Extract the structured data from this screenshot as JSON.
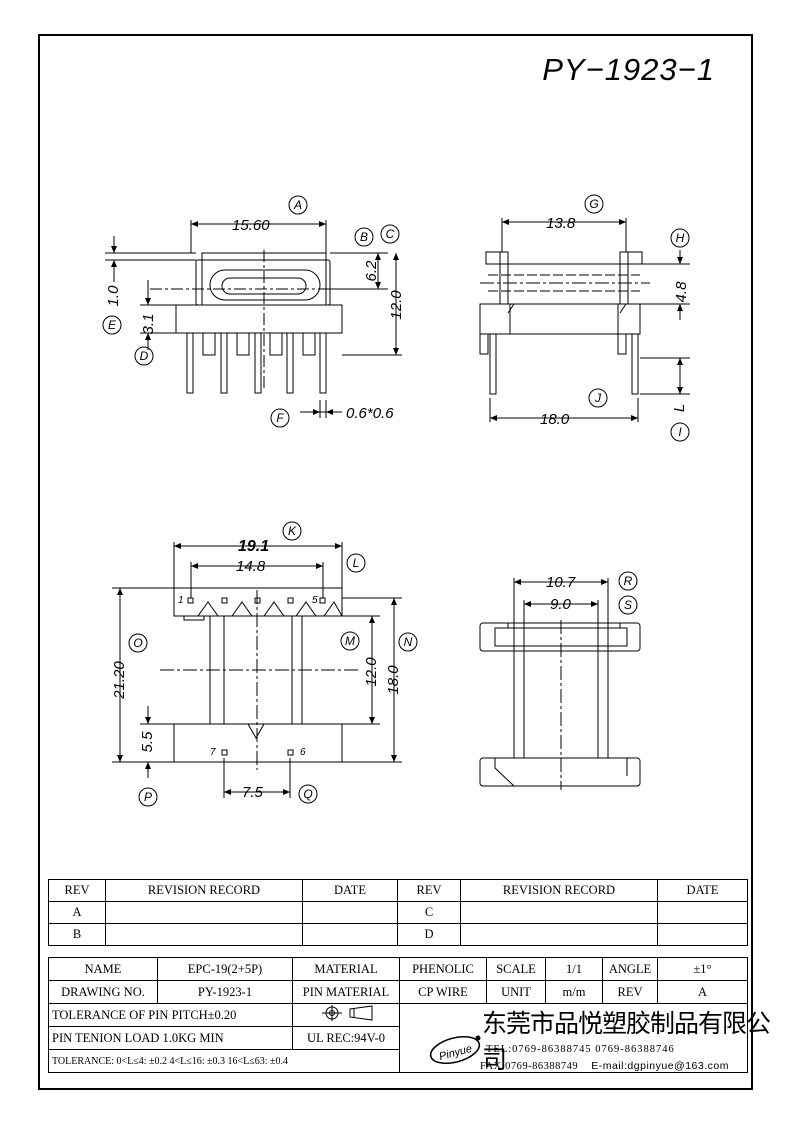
{
  "drawing_number": "PY−1923−1",
  "labels": {
    "A": "A",
    "B": "B",
    "C": "C",
    "D": "D",
    "E": "E",
    "F": "F",
    "G": "G",
    "H": "H",
    "I": "I",
    "J": "J",
    "K": "K",
    "L": "L",
    "M": "M",
    "N": "N",
    "O": "O",
    "P": "P",
    "Q": "Q",
    "R": "R",
    "S": "S"
  },
  "dimensions": {
    "front_width": "15.60",
    "front_top_height": "6.2",
    "front_total_height": "12.0",
    "front_flange": "1.0",
    "front_base": "3.1",
    "pin_size": "0.6*0.6",
    "side_width": "13.8",
    "side_height": "4.8",
    "side_base": "18.0",
    "pin_length": "L",
    "bottom_outer": "19.1",
    "bottom_pitch": "14.8",
    "bottom_height": "21.20",
    "bottom_inner_height": "12.0",
    "bottom_mid_height": "18.0",
    "bottom_base": "5.5",
    "bottom_pin_span": "7.5",
    "top_outer": "10.7",
    "top_inner": "9.0",
    "pin1": "1",
    "pin5": "5",
    "pin6": "6",
    "pin7": "7"
  },
  "revision_table": {
    "headers": [
      "REV",
      "REVISION RECORD",
      "DATE",
      "REV",
      "REVISION RECORD",
      "DATE"
    ],
    "rows": [
      [
        "A",
        "",
        "",
        "C",
        "",
        ""
      ],
      [
        "B",
        "",
        "",
        "D",
        "",
        ""
      ]
    ]
  },
  "title_block": {
    "name_label": "NAME",
    "name_value": "EPC-19(2+5P)",
    "material_label": "MATERIAL",
    "material_value": "PHENOLIC",
    "scale_label": "SCALE",
    "scale_value": "1/1",
    "angle_label": "ANGLE",
    "angle_value": "±1°",
    "drawing_no_label": "DRAWING NO.",
    "drawing_no_value": "PY-1923-1",
    "pin_material_label": "PIN MATERIAL",
    "pin_material_value": "CP WIRE",
    "unit_label": "UNIT",
    "unit_value": "m/m",
    "rev_label": "REV",
    "rev_value": "A",
    "tolerance_pitch": "TOLERANCE OF PIN PITCH±0.20",
    "pin_tension": "PIN TENION LOAD   1.0KG MIN",
    "ul": "UL REC:94V-0",
    "tolerance_general": "TOLERANCE: 0<L≤4: ±0.2   4<L≤16: ±0.3   16<L≤63: ±0.4",
    "company": "东莞市品悦塑胶制品有限公司",
    "tel": "TEL:0769-86388745    0769-86388746",
    "fax": "FAX:0769-86388749",
    "email": "E-mail:dgpinyue@163.com",
    "logo_text": "Pinyue"
  }
}
